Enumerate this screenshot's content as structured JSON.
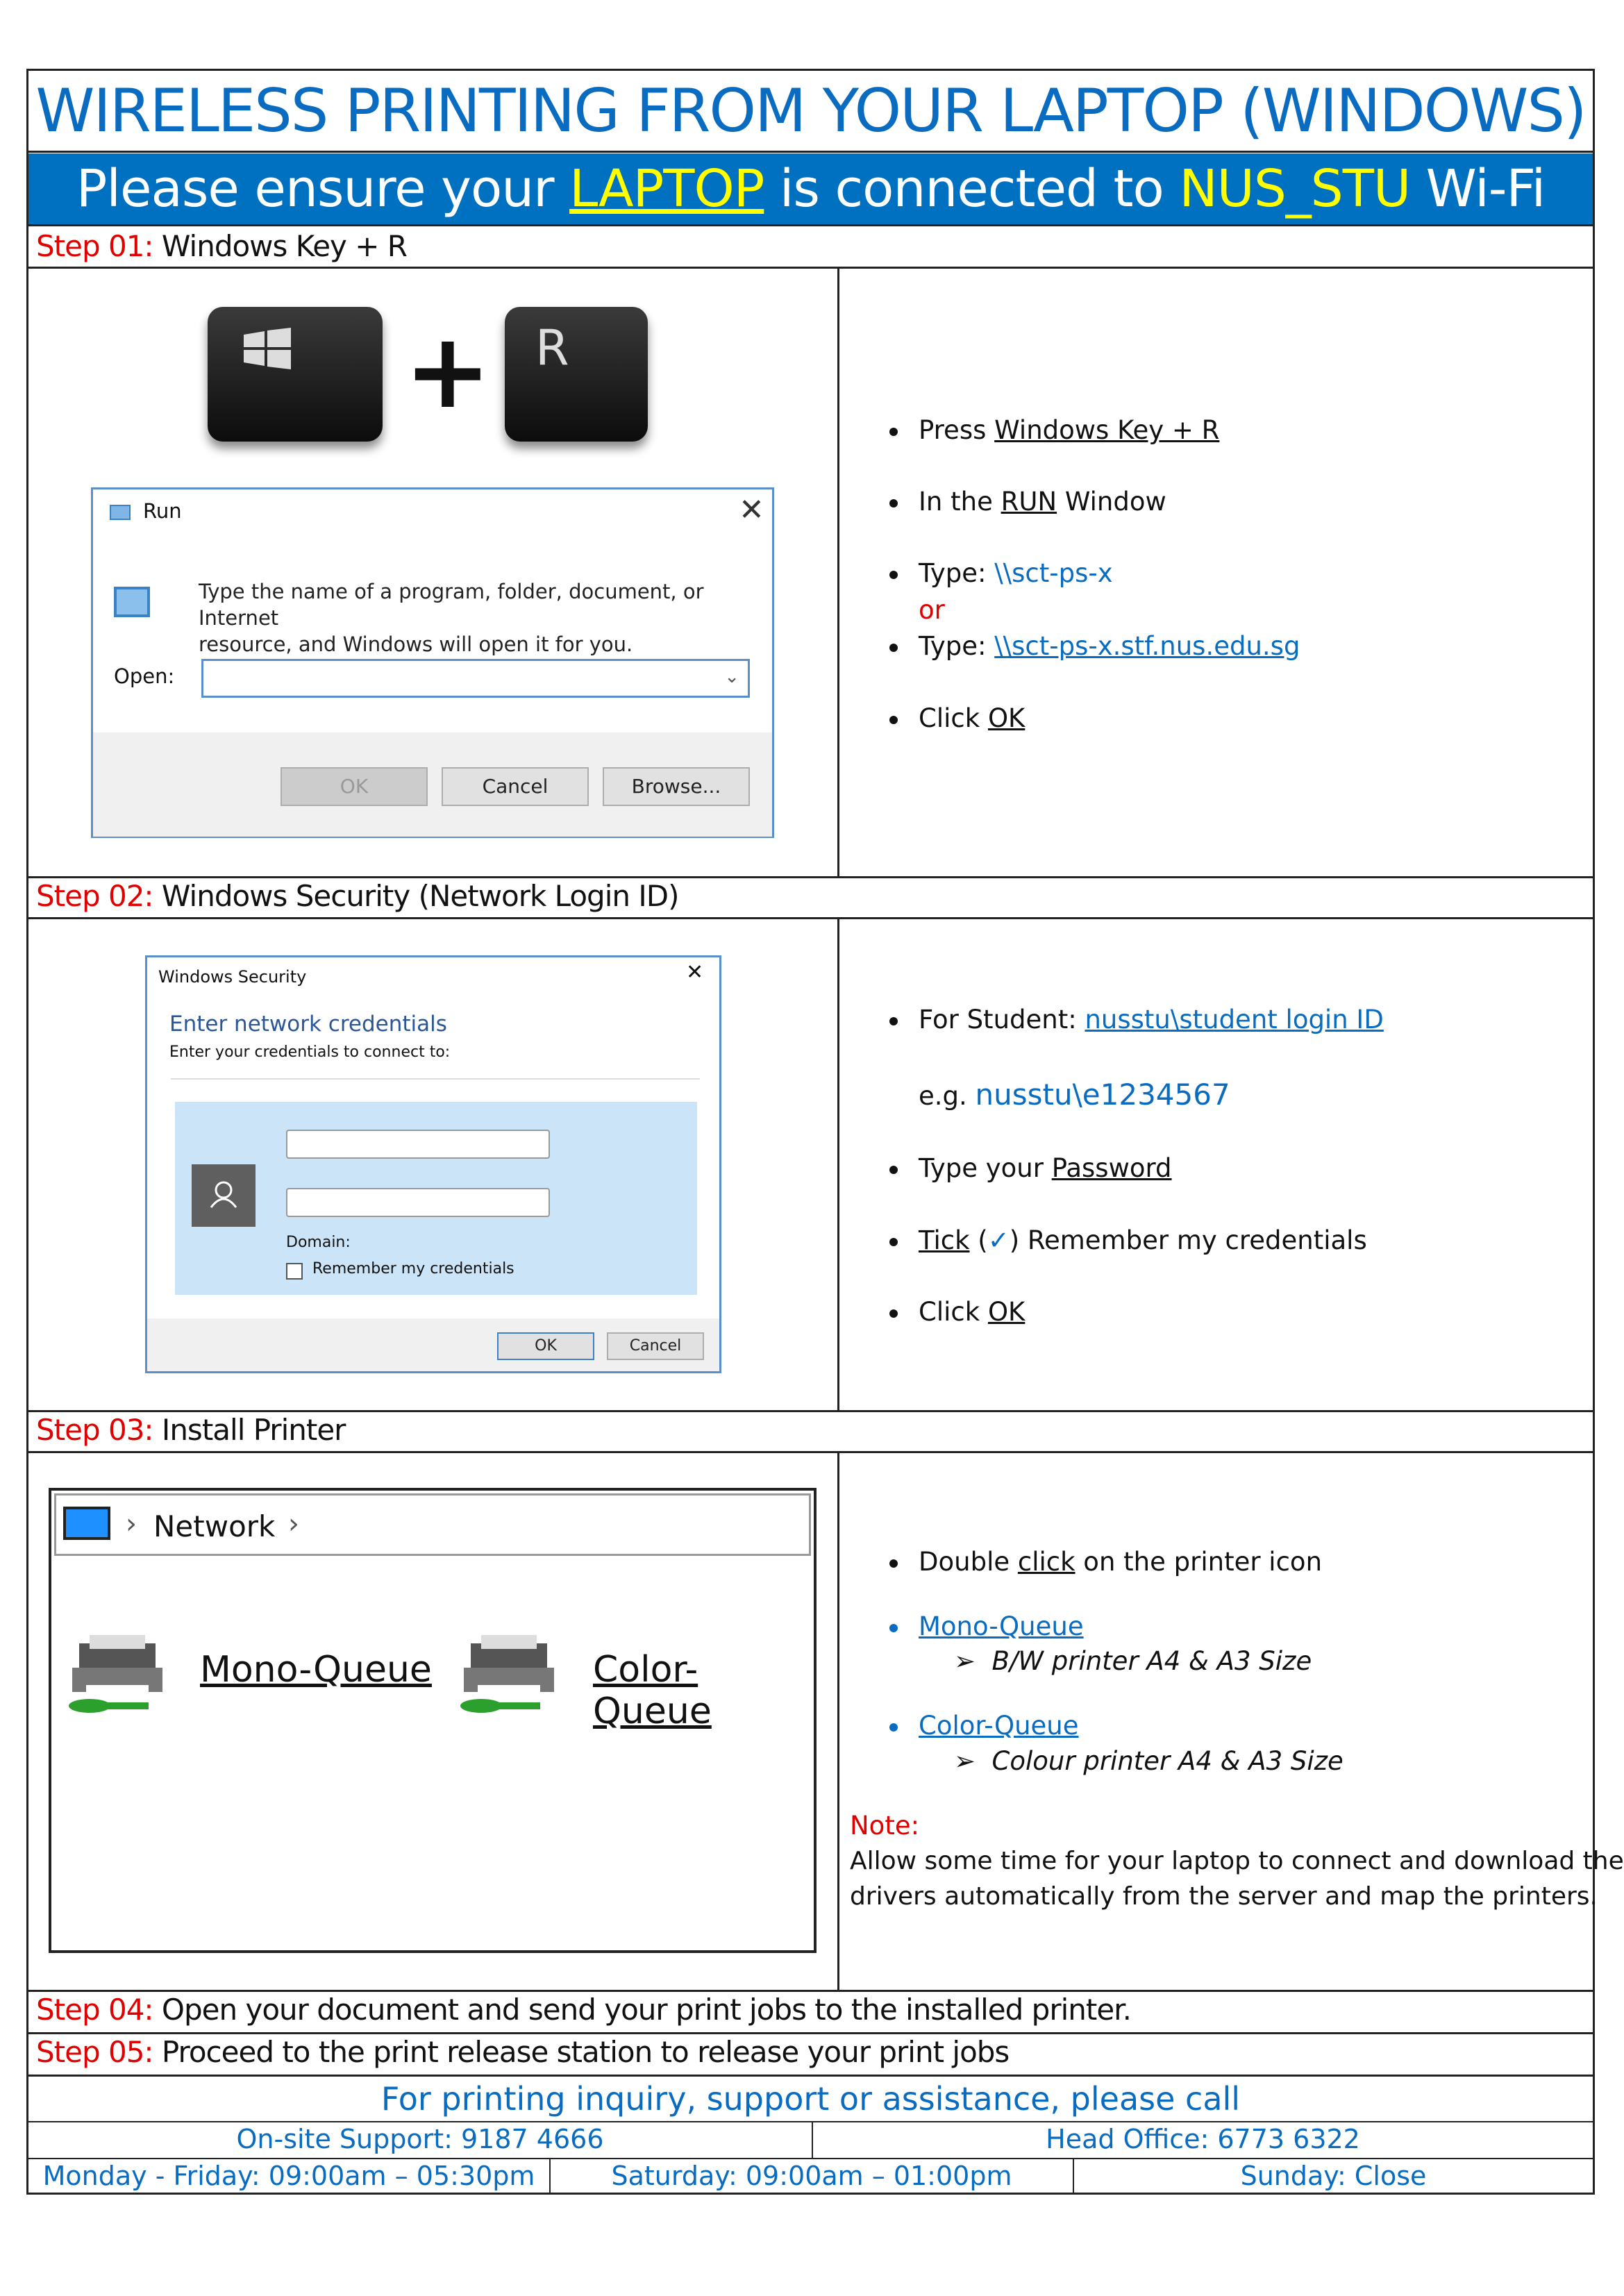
{
  "title": "WIRELESS PRINTING FROM YOUR LAPTOP (WINDOWS)",
  "banner": {
    "pre": "Please ensure your ",
    "laptop": "LAPTOP",
    "mid": " is connected to ",
    "ssid": "NUS_STU",
    "post": " Wi-Fi"
  },
  "steps": [
    {
      "label": "Step 01:",
      "text": " Windows Key + R"
    },
    {
      "label": "Step 02:",
      "text": " Windows Security (Network Login ID)"
    },
    {
      "label": "Step 03:",
      "text": " Install Printer"
    },
    {
      "label": "Step 04:",
      "text": " Open your document and send your print jobs to the installed printer."
    },
    {
      "label": "Step 05:",
      "text": " Proceed to the print release station to release your print jobs"
    }
  ],
  "step1": {
    "keys": {
      "plus": "+",
      "r": "R"
    },
    "run": {
      "title": "Run",
      "desc1": "Type the name of a program, folder, document, or Internet",
      "desc2": "resource, and Windows will open it for you.",
      "open_label": "Open:",
      "open_value": "",
      "ok": "OK",
      "cancel": "Cancel",
      "browse": "Browse..."
    },
    "bullets": {
      "b1a": "Press ",
      "b1b": "Windows Key + R",
      "b2a": "In the ",
      "b2b": "RUN",
      "b2c": " Window",
      "b3a": "Type: ",
      "b3b": "\\\\sct-ps-x",
      "or": "or",
      "b4a": "Type: ",
      "b4b": "\\\\sct-ps-x.stf.nus.edu.sg",
      "b5a": "Click ",
      "b5b": "OK"
    }
  },
  "step2": {
    "dlg": {
      "title": "Windows Security",
      "heading": "Enter network credentials",
      "sub": "Enter your credentials to connect to:",
      "user": "",
      "password": "",
      "domain": "Domain:",
      "remember": "Remember my credentials",
      "ok": "OK",
      "cancel": "Cancel"
    },
    "bullets": {
      "b1a": "For Student: ",
      "b1b": "nusstu\\student login ID",
      "eg": "e.g. ",
      "egv": "nusstu\\e1234567",
      "b2a": "Type your ",
      "b2b": "Password",
      "b3a": "Tick",
      "b3b": " (",
      "b3c": "✓",
      "b3d": ") Remember my credentials",
      "b4a": "Click ",
      "b4b": "OK"
    }
  },
  "step3": {
    "explorer": {
      "crumb": "Network",
      "p1": "Mono-Queue",
      "p2": "Color-Queue"
    },
    "bullets": {
      "b1a": "Double ",
      "b1b": "click",
      "b1c": " on the printer icon",
      "q1": "Mono-Queue",
      "q1d": "B/W printer A4 & A3 Size",
      "q2": "Color-Queue",
      "q2d": "Colour printer A4 & A3 Size",
      "note": "Note:",
      "note1": "Allow some time for your laptop to connect and download the",
      "note2": "drivers automatically from the server and map the printers."
    }
  },
  "footer": {
    "inquiry": "For printing inquiry, support or assistance, please call",
    "onsite": "On-site Support: 9187 4666",
    "head": "Head Office: 6773 6322",
    "weekday": "Monday - Friday: 09:00am – 05:30pm",
    "saturday": "Saturday: 09:00am – 01:00pm",
    "sunday": "Sunday: Close"
  },
  "colors": {
    "blue": "#0070c0",
    "yellow": "#ffff00",
    "red": "#e00000"
  }
}
